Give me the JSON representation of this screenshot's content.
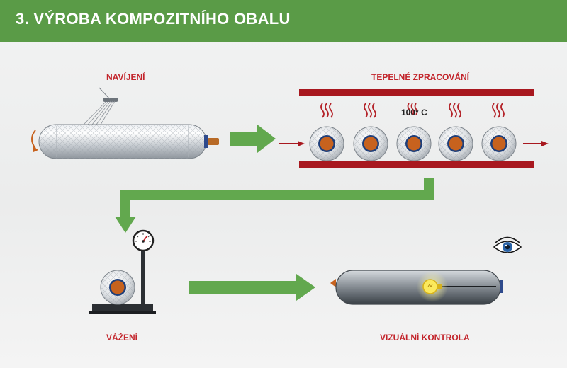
{
  "header": {
    "title": "3. VÝROBA KOMPOZITNÍHO OBALU"
  },
  "steps": {
    "winding": {
      "label": "NAVÍJENÍ"
    },
    "heat": {
      "label": "TEPELNÉ ZPRACOVÁNÍ",
      "temperature": "100° C"
    },
    "weighing": {
      "label": "VÁŽENÍ"
    },
    "inspection": {
      "label": "VIZUÁLNÍ KONTROLA"
    }
  },
  "colors": {
    "header_green": "#5a9b47",
    "arrow_green": "#62a84e",
    "label_red": "#c3242b",
    "oven_bar_red": "#a8181f",
    "core_orange": "#c7621e",
    "core_navy": "#1f3f7a"
  }
}
